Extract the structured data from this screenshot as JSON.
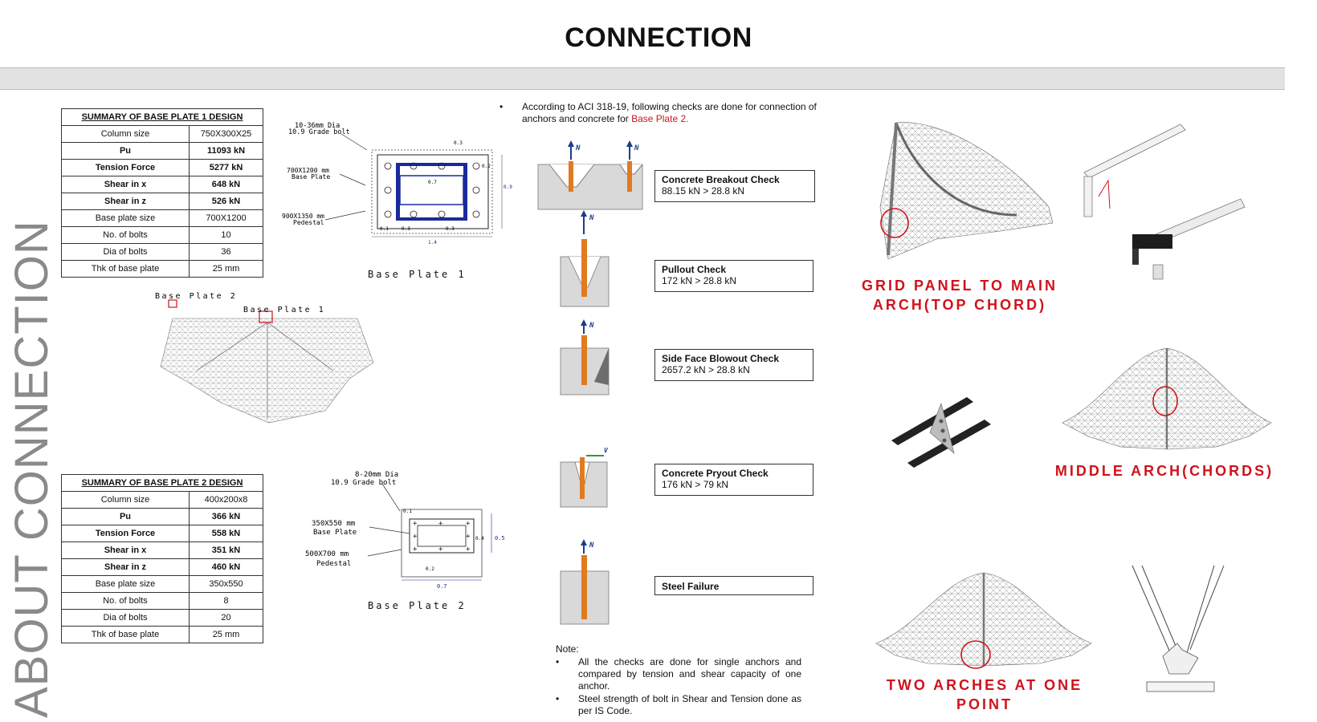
{
  "page": {
    "title": "CONNECTION",
    "side_title": "ABOUT CONNECTION"
  },
  "table1": {
    "header": "SUMMARY OF BASE PLATE 1 DESIGN",
    "rows": [
      {
        "label": "Column size",
        "value": "750X300X25",
        "bold": false
      },
      {
        "label": "Pu",
        "value": "11093 kN",
        "bold": true
      },
      {
        "label": "Tension Force",
        "value": "5277 kN",
        "bold": true
      },
      {
        "label": "Shear in x",
        "value": "648 kN",
        "bold": true
      },
      {
        "label": "Shear in z",
        "value": "526 kN",
        "bold": true
      },
      {
        "label": "Base plate size",
        "value": "700X1200",
        "bold": false
      },
      {
        "label": "No. of bolts",
        "value": "10",
        "bold": false
      },
      {
        "label": "Dia of bolts",
        "value": "36",
        "bold": false
      },
      {
        "label": "Thk of base plate",
        "value": "25 mm",
        "bold": false
      }
    ]
  },
  "table2": {
    "header": "SUMMARY OF BASE PLATE 2 DESIGN",
    "rows": [
      {
        "label": "Column size",
        "value": "400x200x8",
        "bold": false
      },
      {
        "label": "Pu",
        "value": "366 kN",
        "bold": true
      },
      {
        "label": "Tension Force",
        "value": "558 kN",
        "bold": true
      },
      {
        "label": "Shear in x",
        "value": "351 kN",
        "bold": true
      },
      {
        "label": "Shear in z",
        "value": "460 kN",
        "bold": true
      },
      {
        "label": "Base plate size",
        "value": "350x550",
        "bold": false
      },
      {
        "label": "No. of bolts",
        "value": "8",
        "bold": false
      },
      {
        "label": "Dia of bolts",
        "value": "20",
        "bold": false
      },
      {
        "label": "Thk of base plate",
        "value": "25 mm",
        "bold": false
      }
    ]
  },
  "drawing1": {
    "label": "Base Plate 1",
    "bolt_note_1": "10-36mm Dia",
    "bolt_note_2": "10.9 Grade bolt",
    "plate_note_1": "700X1200 mm",
    "plate_note_2": "Base Plate",
    "pedestal_note_1": "900X1350 mm",
    "pedestal_note_2": "Pedestal",
    "dims": [
      "0.3",
      "0.2",
      "0.9",
      "0.1",
      "0.3",
      "0.7",
      "0.3",
      "1.4"
    ]
  },
  "drawing2": {
    "label": "Base Plate 2",
    "bolt_note_1": "8-20mm Dia",
    "bolt_note_2": "10.9 Grade bolt",
    "plate_note_1": "350X550 mm",
    "plate_note_2": "Base Plate",
    "pedestal_note_1": "500X700 mm",
    "pedestal_note_2": "Pedestal",
    "dims": [
      "0.1",
      "0.4",
      "0.5",
      "0.2",
      "0.7"
    ]
  },
  "model": {
    "label_bp2": "Base Plate 2",
    "label_bp1": "Base Plate 1"
  },
  "intro": {
    "text": "According to ACI 318-19, following checks are done for connection of anchors and concrete for ",
    "highlight": "Base Plate 2."
  },
  "checks": [
    {
      "title": "Concrete Breakout Check",
      "value": "88.15 kN > 28.8 kN"
    },
    {
      "title": "Pullout Check",
      "value": "172 kN > 28.8 kN"
    },
    {
      "title": "Side Face Blowout  Check",
      "value": "2657.2 kN > 28.8 kN"
    },
    {
      "title": "Concrete Pryout Check",
      "value": "176 kN > 79 kN"
    },
    {
      "title": "Steel Failure",
      "value": ""
    }
  ],
  "force_labels": {
    "n": "N",
    "v": "V"
  },
  "note": {
    "heading": "Note:",
    "items": [
      "All the checks are done for single anchors and compared by tension and shear capacity of one anchor.",
      "Steel strength of bolt in Shear and Tension done as per IS Code."
    ]
  },
  "connections": {
    "label1_line1": "GRID PANEL TO MAIN",
    "label1_line2": "ARCH(TOP CHORD)",
    "label2": "MIDDLE ARCH(CHORDS)",
    "label3_line1": "TWO ARCHES AT ONE",
    "label3_line2": "POINT"
  },
  "colors": {
    "accent_red": "#d0121b",
    "band_gray": "#e2e2e2",
    "anchor_orange": "#e07b20",
    "force_blue": "#1c3c8c",
    "plate_blue": "#1a2a9c"
  }
}
